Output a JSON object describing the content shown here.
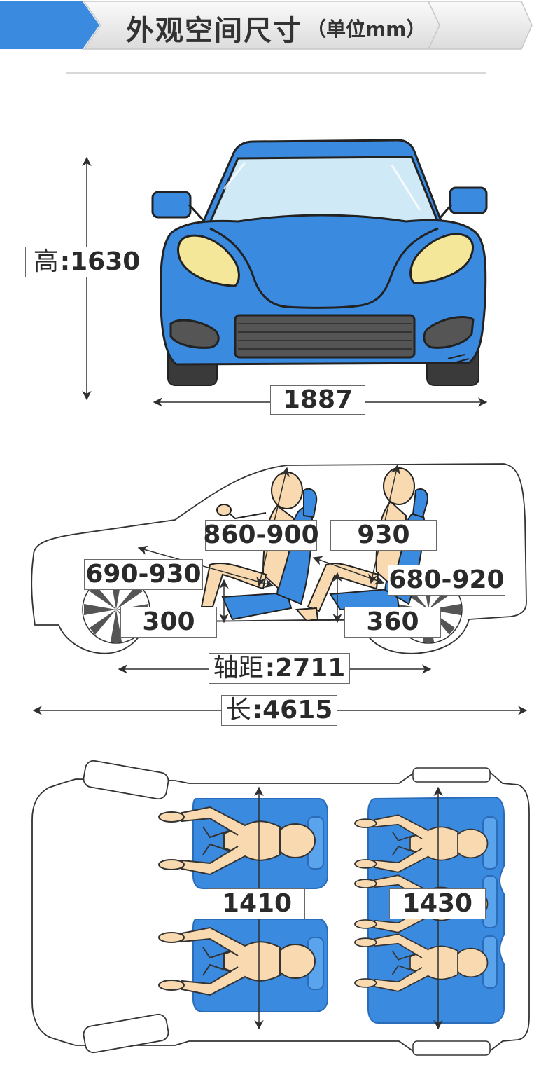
{
  "header": {
    "title": "外观空间尺寸",
    "unit": "（单位mm）"
  },
  "front_view": {
    "height_key": "高",
    "height_value": ":1630",
    "width_value": "1887"
  },
  "side_view": {
    "front_headroom": "860-900",
    "rear_headroom": "930",
    "front_legroom": "690-930",
    "rear_legroom": "680-920",
    "front_seat_height": "300",
    "rear_seat_height": "360",
    "wheelbase_key": "轴距",
    "wheelbase_value": ":2711",
    "length_key": "长",
    "length_value": ":4615"
  },
  "top_view": {
    "front_shoulder": "1410",
    "rear_shoulder": "1430"
  },
  "colors": {
    "car_blue": "#3a8ae0",
    "seat_blue": "#3a8ae0",
    "skin": "#f8d9b0",
    "headlight": "#f5e79a",
    "windshield": "#cfeaf6",
    "grille": "#555555",
    "header_blue": "#3a8ae0"
  }
}
